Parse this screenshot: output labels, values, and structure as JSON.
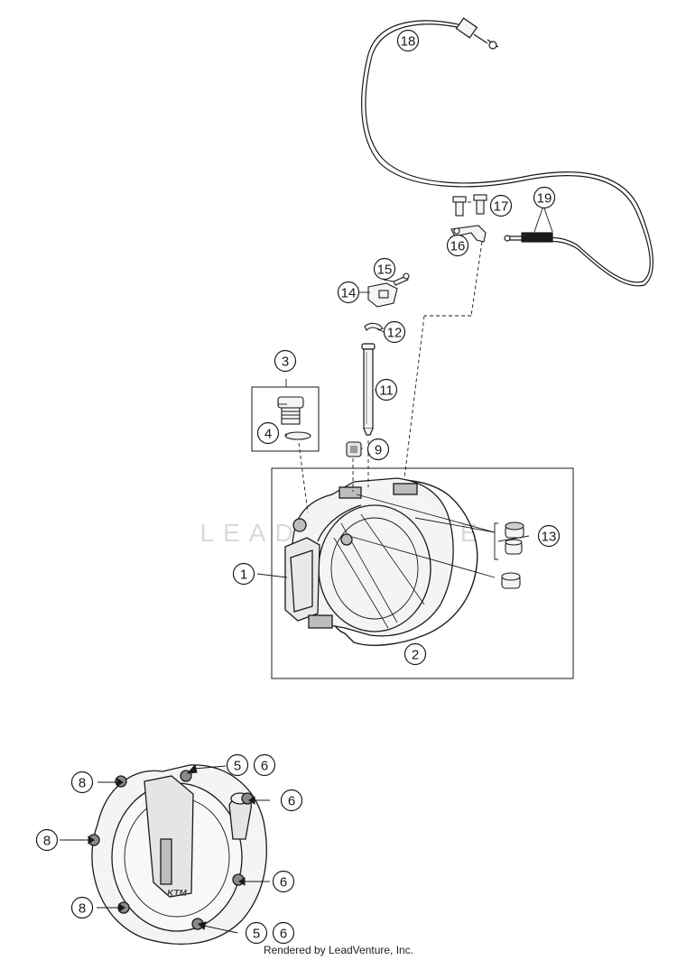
{
  "watermark": "LEADVENTURE",
  "footer": "Rendered by LeadVenture, Inc.",
  "callouts": {
    "c1": "1",
    "c2": "2",
    "c3": "3",
    "c4": "4",
    "c5a": "5",
    "c5b": "5",
    "c6a": "6",
    "c6b": "6",
    "c6c": "6",
    "c6d": "6",
    "c8a": "8",
    "c8b": "8",
    "c8c": "8",
    "c9": "9",
    "c11": "11",
    "c12": "12",
    "c13": "13",
    "c14": "14",
    "c15": "15",
    "c16": "16",
    "c17": "17",
    "c18": "18",
    "c19": "19"
  },
  "colors": {
    "line": "#1a1a1a",
    "part_fill": "#f4f4f4",
    "shade": "#bdbdbd"
  }
}
